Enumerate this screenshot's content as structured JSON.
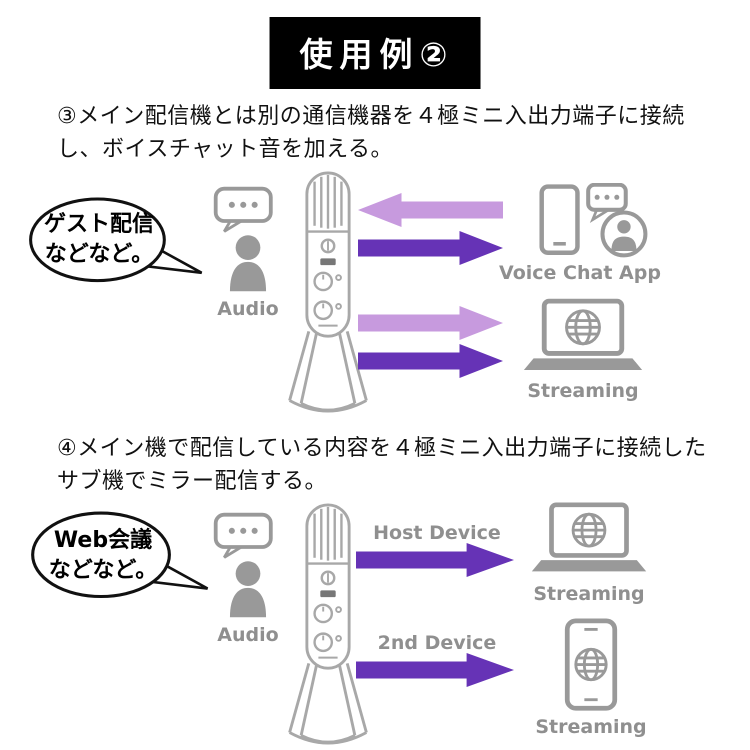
{
  "colors": {
    "header_bg": "#000000",
    "header_text": "#ffffff",
    "arrow_light_purple": "#c79ade",
    "arrow_dark_purple": "#6633b6",
    "icon_gray": "#999999",
    "label_gray": "#8f8f8f",
    "text_black": "#111111"
  },
  "header": {
    "title": "使用例②"
  },
  "section_a": {
    "description": "③メイン配信機とは別の通信機器を４極ミニ入出力端子に接続し、ボイスチャット音を加える。",
    "bubble": {
      "line1": "ゲスト配信",
      "line2": "などなど。"
    },
    "audio_label": "Audio",
    "voice_chat_app_label": "Voice Chat App",
    "streaming_label": "Streaming"
  },
  "section_b": {
    "description": "④メイン機で配信している内容を４極ミニ入出力端子に接続したサブ機でミラー配信する。",
    "bubble": {
      "line1": "Web会議",
      "line2": "などなど。"
    },
    "audio_label": "Audio",
    "host_device_label": "Host Device",
    "second_device_label": "2nd Device",
    "streaming_label_top": "Streaming",
    "streaming_label_bottom": "Streaming"
  }
}
